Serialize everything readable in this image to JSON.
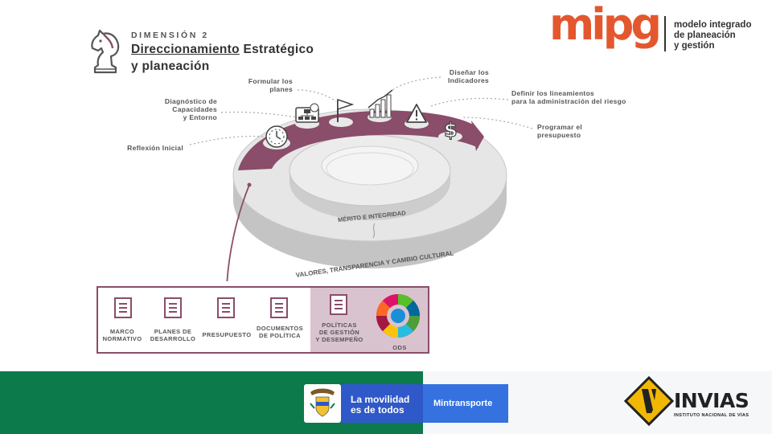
{
  "header": {
    "dimension": "DIMENSIÓN 2",
    "title_line1_a": "Direccionamiento",
    "title_line1_b": "Estratégico",
    "title_line2": "y planeación"
  },
  "logo": {
    "word": "mipg",
    "desc_lines": [
      "modelo integrado",
      "de planeación",
      "y gestión"
    ]
  },
  "diagram": {
    "steps": [
      {
        "id": "reflexion",
        "lines": [
          "Reflexión Inicial"
        ],
        "icon": "clock-icon"
      },
      {
        "id": "diagnostico",
        "lines": [
          "Diagnóstico de",
          "Capacidades",
          "y Entorno"
        ],
        "icon": "network-icon"
      },
      {
        "id": "formular",
        "lines": [
          "Formular los",
          "planes"
        ],
        "icon": "flag-icon"
      },
      {
        "id": "disenar",
        "lines": [
          "Diseñar los",
          "Indicadores"
        ],
        "icon": "bar-chart-icon"
      },
      {
        "id": "definir",
        "lines": [
          "Definir los lineamientos",
          "para la administración del riesgo"
        ],
        "icon": "warning-icon"
      },
      {
        "id": "programar",
        "lines": [
          "Programar el",
          "presupuesto"
        ],
        "icon": "dollar-icon"
      }
    ],
    "inner_ring": "MÉRITO E INTEGRIDAD",
    "outer_ring": "VALORES, TRANSPARENCIA Y CAMBIO CULTURAL"
  },
  "inputs_panel": {
    "items": [
      {
        "lines": [
          "MARCO",
          "NORMATIVO"
        ]
      },
      {
        "lines": [
          "PLANES DE",
          "DESARROLLO"
        ]
      },
      {
        "lines": [
          "PRESUPUESTO"
        ]
      },
      {
        "lines": [
          "DOCUMENTOS",
          "DE POLÍTICA"
        ]
      },
      {
        "lines": [
          "POLÍTICAS",
          "DE GESTIÓN",
          "Y DESEMPEÑO"
        ]
      }
    ],
    "ods": "ODS"
  },
  "footer": {
    "gov_lines": [
      "La movilidad",
      "es de todos"
    ],
    "ministry": "Mintransporte",
    "agency": "INVIAS",
    "agency_sub": "INSTITUTO NACIONAL DE VÍAS"
  },
  "colors": {
    "accent": "#8a4d6a",
    "ring_gray": "#c9c9c9",
    "logo_orange": "#e4572e",
    "footer_green": "#0c7a4a",
    "gov_blue": "#2f58c8"
  }
}
